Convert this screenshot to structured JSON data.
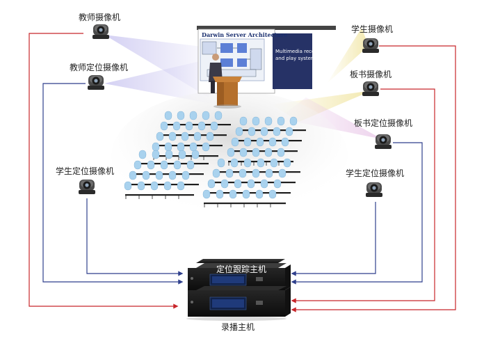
{
  "labels": {
    "teacher_camera": "教师摄像机",
    "teacher_locator_camera": "教师定位摄像机",
    "student_camera": "学生摄像机",
    "board_camera": "板书摄像机",
    "board_locator_camera": "板书定位摄像机",
    "student_locator_camera_left": "学生定位摄像机",
    "student_camera_right": "学生定位摄像机",
    "tracking_host": "定位跟踪主机",
    "recording_host": "录播主机"
  },
  "screen": {
    "title": "Darwin Server Architecture",
    "panel_line1": "Multimedia recording",
    "panel_line2": "and play system"
  },
  "colors": {
    "red_line": "#c8262a",
    "blue_line": "#2e3f8c",
    "chair": "#a9d2ee",
    "host": "#1d1d1d"
  },
  "icons": {
    "camera": "ptz-camera-icon",
    "host": "rack-server-icon"
  }
}
